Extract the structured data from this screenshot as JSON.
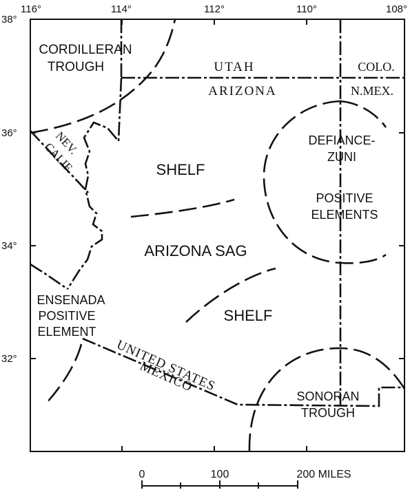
{
  "longitude_labels": [
    "116°",
    "114°",
    "112°",
    "110°",
    "108°"
  ],
  "latitude_labels": [
    "38°",
    "36°",
    "34°",
    "32°"
  ],
  "regions": {
    "cordilleran_trough": [
      "CORDILLERAN",
      "TROUGH"
    ],
    "shelf_north": "SHELF",
    "arizona_sag": "ARIZONA SAG",
    "shelf_south": "SHELF",
    "defiance_zuni": [
      "DEFIANCE-",
      "ZUNI"
    ],
    "positive_elements": [
      "POSITIVE",
      "ELEMENTS"
    ],
    "ensenada": [
      "ENSENADA",
      "POSITIVE",
      "ELEMENT"
    ],
    "sonoran_trough": [
      "SONORAN",
      "TROUGH"
    ]
  },
  "state_labels": {
    "utah": "UTAH",
    "arizona": "ARIZONA",
    "colo": "COLO.",
    "nmex": "N.MEX.",
    "nev": "NEV.",
    "calif": "CALIF.",
    "united_states": "UNITED STATES",
    "mexico": "MEXICO"
  },
  "scale_bar": {
    "labels": [
      "0",
      "100",
      "200 MILES"
    ]
  },
  "colors": {
    "ink": "#111111",
    "background": "#ffffff"
  }
}
